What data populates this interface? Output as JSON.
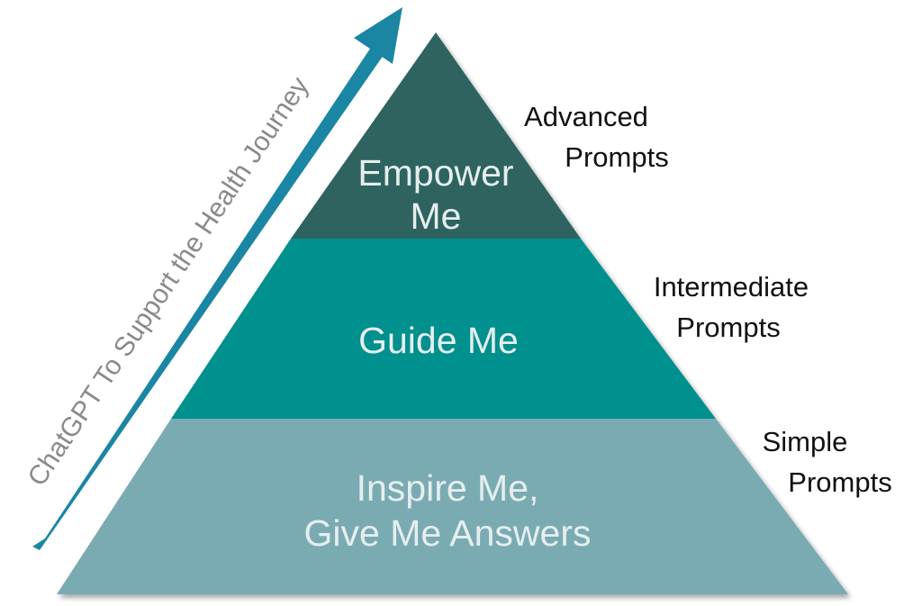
{
  "colors": {
    "top_tier": "#2f6360",
    "middle_tier": "#00908d",
    "bottom_tier": "#7aabb2",
    "arrow": "#1a86a3",
    "tier_text": "#e6eeee",
    "side_text": "#111111",
    "arrow_text": "#8a8a8a"
  },
  "arrow": {
    "label": "ChatGPT To Support the Health Journey",
    "icon": "arrow-up-right-icon"
  },
  "tiers": [
    {
      "id": "top",
      "lines": [
        "Empower",
        "Me"
      ],
      "side_lines": [
        "Advanced",
        "Prompts"
      ]
    },
    {
      "id": "middle",
      "lines": [
        "Guide Me"
      ],
      "side_lines": [
        "Intermediate",
        "Prompts"
      ]
    },
    {
      "id": "bottom",
      "lines": [
        "Inspire Me,",
        "Give Me Answers"
      ],
      "side_lines": [
        "Simple",
        "Prompts"
      ]
    }
  ]
}
